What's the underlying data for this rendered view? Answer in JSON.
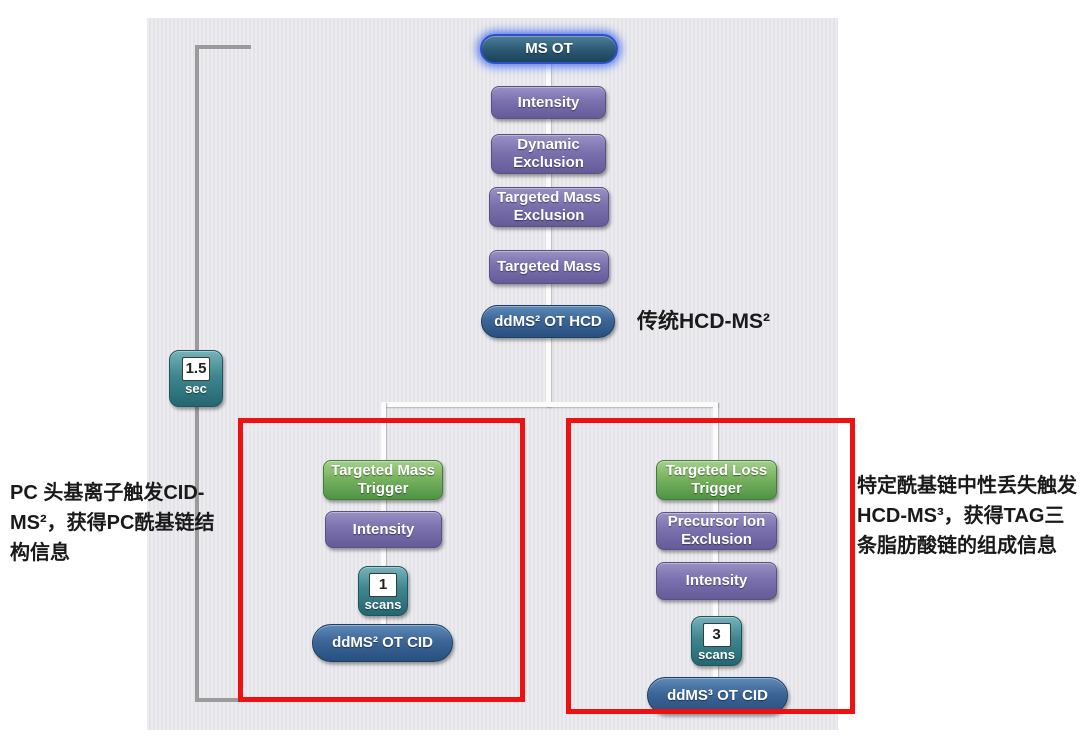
{
  "annotations": {
    "hcd_label": "传统HCD-MS²",
    "left_note": "PC 头基离子触发CID-MS²，获得PC酰基链结构信息",
    "right_note": "特定酰基链中性丢失触发HCD-MS³，获得TAG三条脂肪酸链的组成信息"
  },
  "main_chain": {
    "nodes": [
      {
        "label": "MS OT",
        "type": "master-scan"
      },
      {
        "label": "Intensity",
        "type": "filter"
      },
      {
        "label": "Dynamic Exclusion",
        "type": "filter"
      },
      {
        "label": "Targeted Mass Exclusion",
        "type": "filter"
      },
      {
        "label": "Targeted Mass",
        "type": "filter"
      },
      {
        "label": "ddMS² OT HCD",
        "type": "scan"
      }
    ]
  },
  "timer": {
    "value": "1.5",
    "unit": "sec"
  },
  "left_branch": {
    "nodes": [
      {
        "label": "Targeted Mass Trigger",
        "type": "trigger"
      },
      {
        "label": "Intensity",
        "type": "filter"
      },
      {
        "label": "ddMS² OT CID",
        "type": "scan"
      }
    ],
    "scan_count": {
      "value": "1",
      "unit": "scans"
    }
  },
  "right_branch": {
    "nodes": [
      {
        "label": "Targeted Loss Trigger",
        "type": "trigger"
      },
      {
        "label": "Precursor Ion Exclusion",
        "type": "filter"
      },
      {
        "label": "Intensity",
        "type": "filter"
      },
      {
        "label": "ddMS³ OT CID",
        "type": "scan"
      }
    ],
    "scan_count": {
      "value": "3",
      "unit": "scans"
    }
  },
  "colors": {
    "highlight_red": "#ee1111",
    "filter_purple": "#7b71ae",
    "trigger_green": "#78b35f",
    "scan_navy": "#3c6697",
    "timer_teal": "#3e868f",
    "panel_gray": "#e8e8ec"
  }
}
